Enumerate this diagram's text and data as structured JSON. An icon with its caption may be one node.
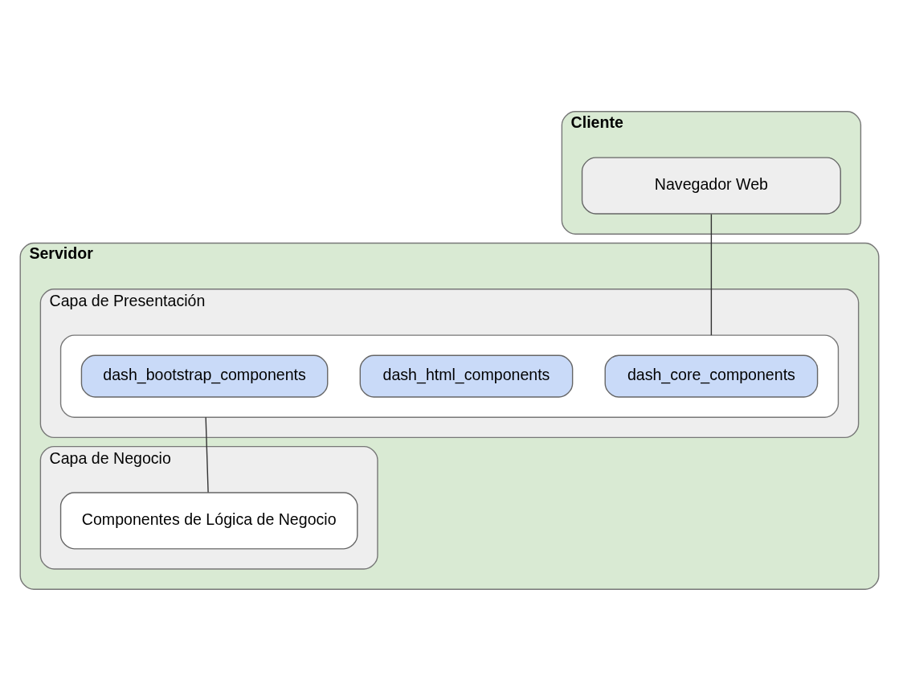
{
  "diagram": {
    "nodes": [
      {
        "text": [
          "Cliente"
        ]
      },
      {
        "text": [
          "Navegador Web"
        ],
        "in": 0
      },
      {
        "text": [
          "Servidor"
        ]
      },
      {
        "text": [
          "Capa de Presentación"
        ],
        "in": 2
      },
      {
        "text": [],
        "shape": "box",
        "in": 3
      },
      {
        "text": [
          "dash_core_components"
        ],
        "in": 4
      },
      {
        "text": [
          "dash_html_components"
        ],
        "in": 4
      },
      {
        "text": [
          "dash_bootstrap_components"
        ],
        "in": 4
      },
      {
        "text": [
          "Capa de Negocio"
        ],
        "in": 2
      },
      {
        "text": [
          "Componentes de Lógica de Negocio"
        ],
        "in": 8
      }
    ],
    "edges": [
      {
        "from": 1,
        "to": 4,
        "arrow": "none"
      },
      {
        "from": 4,
        "to": 9,
        "arrow": "none"
      }
    ]
  }
}
